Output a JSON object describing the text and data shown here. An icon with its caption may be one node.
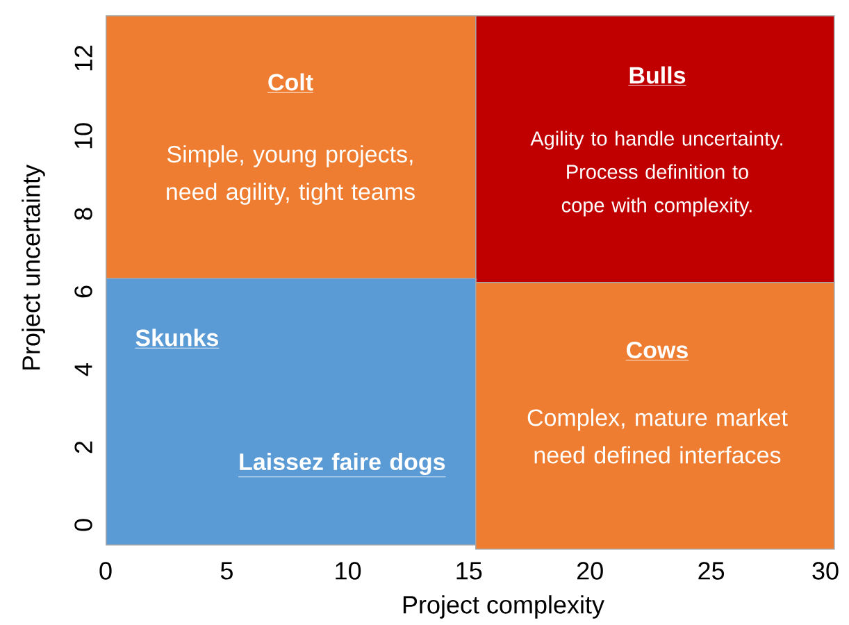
{
  "diagram": {
    "nodes": [
      {
        "text": [
          "Colt",
          "Simple, young projects, need agility, tight teams"
        ]
      },
      {
        "text": [
          "Bulls",
          "Agility to handle uncertainty. Process definition to cope with complexity."
        ]
      },
      {
        "text": [
          "Skunks",
          "Laissez faire dogs"
        ]
      },
      {
        "text": [
          "Cows",
          "Complex, mature market need defined interfaces"
        ]
      }
    ],
    "edges": [],
    "labels": [
      "12",
      "10",
      "8",
      "6",
      "4",
      "2",
      "0",
      "Project uncertainty",
      "0",
      "5",
      "10",
      "15",
      "20",
      "25",
      "30",
      "Project complexity"
    ]
  }
}
